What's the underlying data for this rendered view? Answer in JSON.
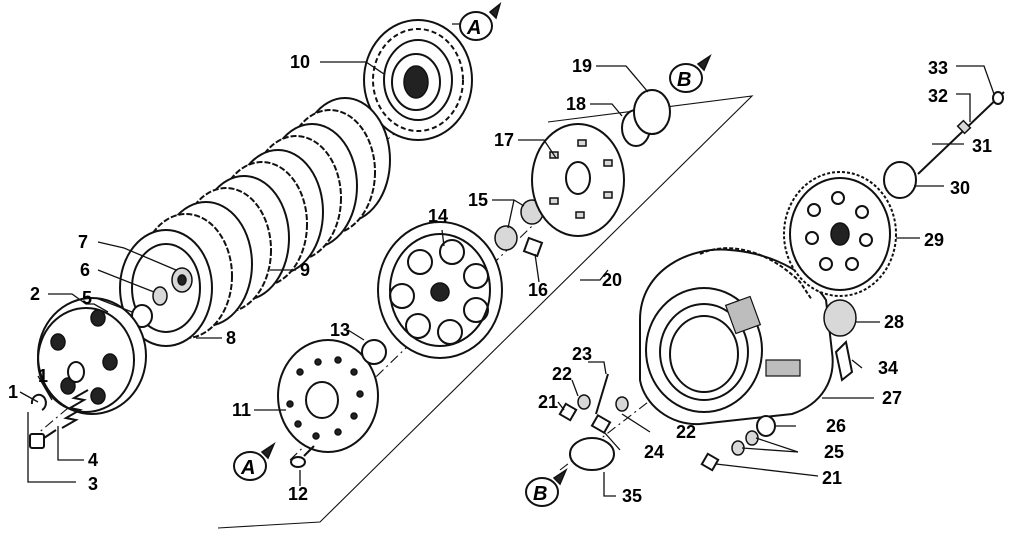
{
  "callouts": [
    {
      "id": "c1",
      "text": "1"
    },
    {
      "id": "c1b",
      "text": "1"
    },
    {
      "id": "c2",
      "text": "2"
    },
    {
      "id": "c3",
      "text": "3"
    },
    {
      "id": "c4",
      "text": "4"
    },
    {
      "id": "c5",
      "text": "5"
    },
    {
      "id": "c6",
      "text": "6"
    },
    {
      "id": "c7",
      "text": "7"
    },
    {
      "id": "c8",
      "text": "8"
    },
    {
      "id": "c9",
      "text": "9"
    },
    {
      "id": "c10",
      "text": "10"
    },
    {
      "id": "c11",
      "text": "11"
    },
    {
      "id": "c12",
      "text": "12"
    },
    {
      "id": "c13",
      "text": "13"
    },
    {
      "id": "c14",
      "text": "14"
    },
    {
      "id": "c15",
      "text": "15"
    },
    {
      "id": "c16",
      "text": "16"
    },
    {
      "id": "c17",
      "text": "17"
    },
    {
      "id": "c18",
      "text": "18"
    },
    {
      "id": "c19",
      "text": "19"
    },
    {
      "id": "c20",
      "text": "20"
    },
    {
      "id": "c21a",
      "text": "21"
    },
    {
      "id": "c21b",
      "text": "21"
    },
    {
      "id": "c22a",
      "text": "22"
    },
    {
      "id": "c22b",
      "text": "22"
    },
    {
      "id": "c23",
      "text": "23"
    },
    {
      "id": "c24",
      "text": "24"
    },
    {
      "id": "c25",
      "text": "25"
    },
    {
      "id": "c26",
      "text": "26"
    },
    {
      "id": "c27",
      "text": "27"
    },
    {
      "id": "c28",
      "text": "28"
    },
    {
      "id": "c29",
      "text": "29"
    },
    {
      "id": "c30",
      "text": "30"
    },
    {
      "id": "c31",
      "text": "31"
    },
    {
      "id": "c32",
      "text": "32"
    },
    {
      "id": "c33",
      "text": "33"
    },
    {
      "id": "c34",
      "text": "34"
    },
    {
      "id": "c35",
      "text": "35"
    }
  ],
  "refs": [
    {
      "id": "refA1",
      "text": "A"
    },
    {
      "id": "refA2",
      "text": "A"
    },
    {
      "id": "refB1",
      "text": "B"
    },
    {
      "id": "refB2",
      "text": "B"
    }
  ]
}
